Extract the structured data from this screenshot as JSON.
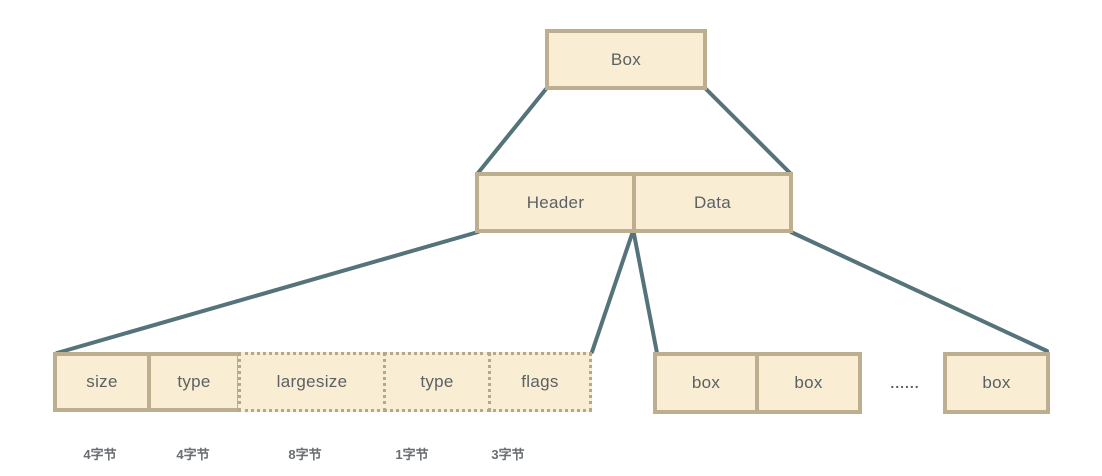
{
  "diagram": {
    "description": "Tree diagram of a Box structure: Box splits into Header and Data; Header splits into size, type, largesize, type, flags fields; Data contains box children",
    "nodes": {
      "root": "Box",
      "header": "Header",
      "data": "Data",
      "size": "size",
      "type1": "type",
      "largesize": "largesize",
      "type2": "type",
      "flags": "flags",
      "child_box1": "box",
      "child_box2": "box",
      "ellipsis": "......",
      "child_box3": "box"
    },
    "byte_labels": [
      "4字节",
      "4字节",
      "8字节",
      "1字节",
      "3字节"
    ],
    "colors": {
      "node_fill": "#f9eed3",
      "node_border": "#bcae8e",
      "dotted_border": "#b3a88d",
      "edge_line": "#54737a",
      "node_text": "#5c6065",
      "label_text": "#6a6e72",
      "background": "#ffffff"
    }
  }
}
